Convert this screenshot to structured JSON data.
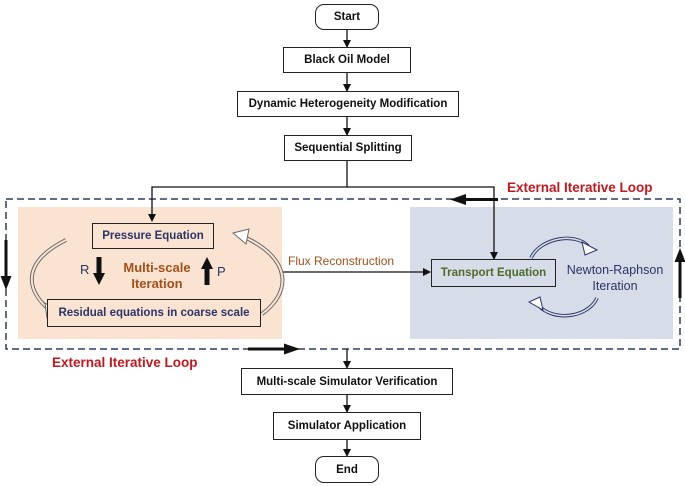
{
  "colors": {
    "left_panel_fill": "#fbe3d2",
    "right_panel_fill": "#d6dde9",
    "loop_label": "#c0181c",
    "navy_text": "#2a3566",
    "multiscale_text": "#a2501a",
    "transport_text": "#4f6b2a"
  },
  "flow": {
    "start": "Start",
    "black_oil": "Black Oil Model",
    "heterogeneity": "Dynamic Heterogeneity Modification",
    "splitting": "Sequential Splitting",
    "verification": "Multi-scale Simulator Verification",
    "application": "Simulator Application",
    "end": "End"
  },
  "loop": {
    "label_top": "External Iterative Loop",
    "label_bottom": "External Iterative Loop"
  },
  "pressure": {
    "equation": "Pressure Equation",
    "residual": "Residual equations in coarse scale",
    "r_label": "R",
    "p_label": "P",
    "iteration_line1": "Multi-scale",
    "iteration_line2": "Iteration"
  },
  "flux": "Flux Reconstruction",
  "transport": {
    "equation": "Transport Equation",
    "newton_line1": "Newton-Raphson",
    "newton_line2": "Iteration",
    "icons": [
      "cycle-arrow-icon",
      "cycle-arrow-icon"
    ]
  }
}
